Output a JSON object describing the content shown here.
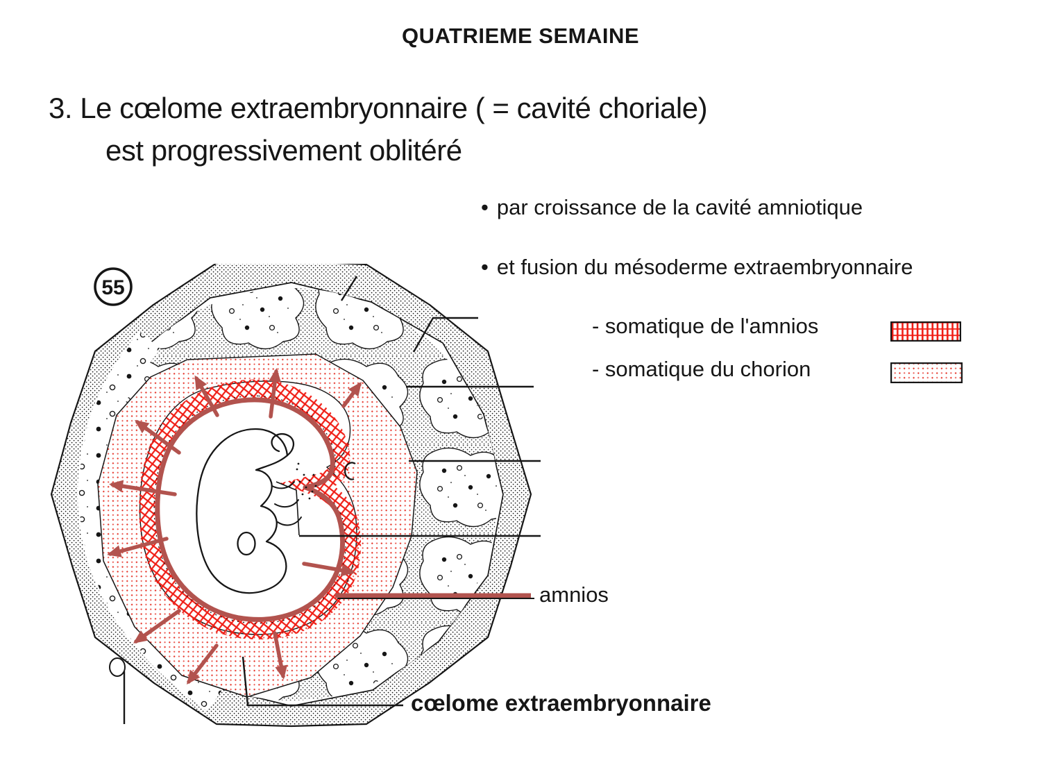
{
  "slide": {
    "title": "QUATRIEME SEMAINE",
    "heading_line1": "3. Le cœlome extraembryonnaire ( = cavité choriale)",
    "heading_line2": "est progressivement oblitéré",
    "bullet_marker": "•",
    "bullet1": "par croissance de la cavité amniotique",
    "bullet2": "et fusion du mésoderme extraembryonnaire"
  },
  "legend": {
    "item1": {
      "label": "- somatique de l'amnios",
      "pattern": "red-grid"
    },
    "item2": {
      "label": "- somatique du chorion",
      "pattern": "red-dots"
    }
  },
  "figure": {
    "number": "55",
    "label_amnios": "amnios",
    "label_coelome": "cœlome extraembryonnaire"
  },
  "colors": {
    "bright_red": "#f01d15",
    "dot_red": "#e6352a",
    "brick_red": "#b2534e",
    "ink": "#161616",
    "background": "#ffffff"
  }
}
